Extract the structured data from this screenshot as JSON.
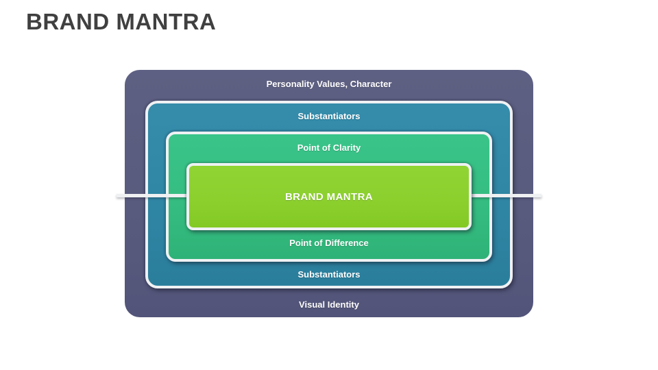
{
  "slide": {
    "title": "BRAND MANTRA"
  },
  "diagram": {
    "outer_layer": {
      "top_label": "Personality Values, Character",
      "bottom_label": "Visual Identity",
      "color": "#595b7e"
    },
    "middle_layer": {
      "top_label": "Substantiators",
      "bottom_label": "Substantiators",
      "color": "#2f86a4"
    },
    "inner_layer": {
      "top_label": "Point of Clarity",
      "bottom_label": "Point of Difference",
      "color": "#35bd81"
    },
    "core": {
      "label": "BRAND MANTRA",
      "color": "#8cd02e"
    },
    "border_color": "#eff1f3",
    "line_color": "#eef0f2",
    "label_text_color": "#ffffff",
    "title_text_color": "#404040"
  }
}
